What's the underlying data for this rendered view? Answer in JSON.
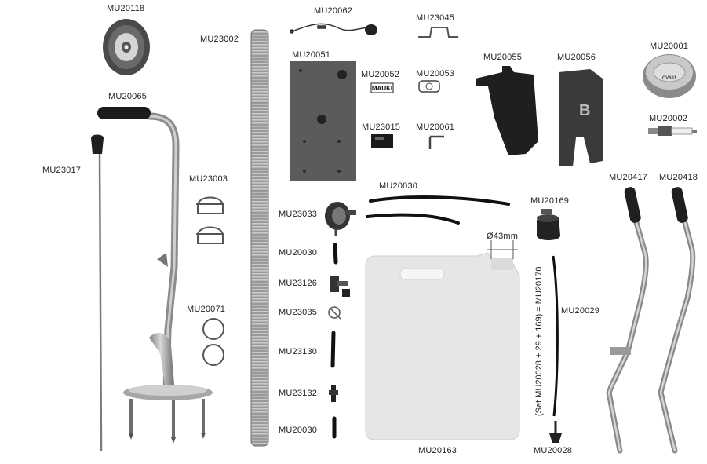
{
  "parts": {
    "mu20118": "MU20118",
    "mu23002": "MU23002",
    "mu20062": "MU20062",
    "mu23045": "MU23045",
    "mu20001": "MU20001",
    "mu20051": "MU20051",
    "mu20052": "MU20052",
    "mu20053": "MU20053",
    "mu20055": "MU20055",
    "mu20056": "MU20056",
    "mu20065": "MU20065",
    "mu23015": "MU23015",
    "mu20061": "MU20061",
    "mu20002": "MU20002",
    "mu23017": "MU23017",
    "mu23003": "MU23003",
    "mu20030_top": "MU20030",
    "mu20169": "MU20169",
    "mu20417": "MU20417",
    "mu20418": "MU20418",
    "mu23033": "MU23033",
    "mu20030_mid": "MU20030",
    "mu20170_set": "(Set MU20028 + 29 + 169) = MU20170",
    "mu23126": "MU23126",
    "mu20071": "MU20071",
    "mu20029": "MU20029",
    "mu23035": "MU23035",
    "mu23130": "MU23130",
    "mu23132": "MU23132",
    "mu20030_bot": "MU20030",
    "mu20163": "MU20163",
    "mu20028": "MU20028"
  },
  "annotations": {
    "diameter": "Ø43mm",
    "mauki_plate": "MAUKI",
    "cap_text": "CV681"
  }
}
